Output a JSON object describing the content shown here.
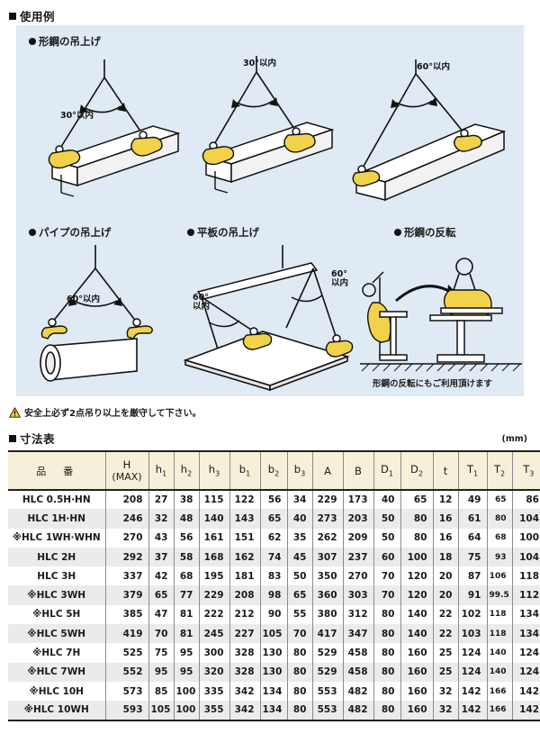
{
  "headings": {
    "usage": "使用例",
    "dimensions": "寸法表"
  },
  "panel": {
    "sub_titles": [
      "形鋼の吊上げ",
      "パイプの吊上げ",
      "平板の吊上げ",
      "形鋼の反転"
    ],
    "angles": [
      "30°以内",
      "30°以内",
      "60°以内",
      "60°以内",
      "60°\n以内",
      "60°\n以内"
    ],
    "caption": "形鋼の反転にもご利用頂けます"
  },
  "warning": {
    "icon": "warning-triangle-icon",
    "text": "安全上必ず2点吊り以上を厳守して下さい。"
  },
  "unit_label": "(mm)",
  "table": {
    "columns": [
      "品　番",
      "H\n(MAX)",
      "h1",
      "h2",
      "h3",
      "b1",
      "b2",
      "b3",
      "A",
      "B",
      "D1",
      "D2",
      "t",
      "T1",
      "T2",
      "T3"
    ],
    "column_sub": [
      {
        "main": "品　番",
        "sub": ""
      },
      {
        "main": "H",
        "sub": "(MAX)"
      },
      {
        "main": "h",
        "sub": "1"
      },
      {
        "main": "h",
        "sub": "2"
      },
      {
        "main": "h",
        "sub": "3"
      },
      {
        "main": "b",
        "sub": "1"
      },
      {
        "main": "b",
        "sub": "2"
      },
      {
        "main": "b",
        "sub": "3"
      },
      {
        "main": "A",
        "sub": ""
      },
      {
        "main": "B",
        "sub": ""
      },
      {
        "main": "D",
        "sub": "1"
      },
      {
        "main": "D",
        "sub": "2"
      },
      {
        "main": "t",
        "sub": ""
      },
      {
        "main": "T",
        "sub": "1"
      },
      {
        "main": "T",
        "sub": "2"
      },
      {
        "main": "T",
        "sub": "3"
      }
    ],
    "rows": [
      {
        "name": "HLC 0.5H·HN",
        "values": [
          "208",
          "27",
          "38",
          "115",
          "122",
          "56",
          "34",
          "229",
          "173",
          "40",
          "65",
          "12",
          "49",
          "65",
          "86"
        ]
      },
      {
        "name": "HLC 1H·HN",
        "values": [
          "246",
          "32",
          "48",
          "140",
          "143",
          "65",
          "40",
          "273",
          "203",
          "50",
          "80",
          "16",
          "61",
          "80",
          "104"
        ]
      },
      {
        "name": "※HLC 1WH·WHN",
        "values": [
          "270",
          "43",
          "56",
          "161",
          "151",
          "62",
          "35",
          "262",
          "209",
          "50",
          "80",
          "16",
          "64",
          "68",
          "100"
        ]
      },
      {
        "name": "HLC 2H",
        "values": [
          "292",
          "37",
          "58",
          "168",
          "162",
          "74",
          "45",
          "307",
          "237",
          "60",
          "100",
          "18",
          "75",
          "93",
          "104"
        ]
      },
      {
        "name": "HLC 3H",
        "values": [
          "337",
          "42",
          "68",
          "195",
          "181",
          "83",
          "50",
          "350",
          "270",
          "70",
          "120",
          "20",
          "87",
          "106",
          "118"
        ]
      },
      {
        "name": "※HLC 3WH",
        "values": [
          "379",
          "65",
          "77",
          "229",
          "208",
          "98",
          "65",
          "360",
          "303",
          "70",
          "120",
          "20",
          "91",
          "99.5",
          "112"
        ]
      },
      {
        "name": "※HLC 5H",
        "values": [
          "385",
          "47",
          "81",
          "222",
          "212",
          "90",
          "55",
          "380",
          "312",
          "80",
          "140",
          "22",
          "102",
          "118",
          "134"
        ]
      },
      {
        "name": "※HLC 5WH",
        "values": [
          "419",
          "70",
          "81",
          "245",
          "227",
          "105",
          "70",
          "417",
          "347",
          "80",
          "140",
          "22",
          "103",
          "118",
          "134"
        ]
      },
      {
        "name": "※HLC 7H",
        "values": [
          "525",
          "75",
          "95",
          "300",
          "328",
          "130",
          "80",
          "529",
          "458",
          "80",
          "160",
          "25",
          "124",
          "140",
          "124"
        ]
      },
      {
        "name": "※HLC 7WH",
        "values": [
          "552",
          "95",
          "95",
          "320",
          "328",
          "130",
          "80",
          "529",
          "458",
          "80",
          "160",
          "25",
          "124",
          "140",
          "124"
        ]
      },
      {
        "name": "※HLC 10H",
        "values": [
          "573",
          "85",
          "100",
          "335",
          "342",
          "134",
          "80",
          "553",
          "482",
          "80",
          "160",
          "32",
          "142",
          "166",
          "142"
        ]
      },
      {
        "name": "※HLC 10WH",
        "values": [
          "593",
          "105",
          "100",
          "355",
          "342",
          "134",
          "80",
          "553",
          "482",
          "80",
          "160",
          "32",
          "142",
          "166",
          "142"
        ]
      }
    ]
  },
  "colors": {
    "panel_bg": "#dfeaf4",
    "header_bg": "#f6efda",
    "row_alt_bg": "#ebebeb",
    "clamp_yellow": "#f2d24b",
    "warning_yellow": "#f5d020",
    "line": "#111111"
  }
}
